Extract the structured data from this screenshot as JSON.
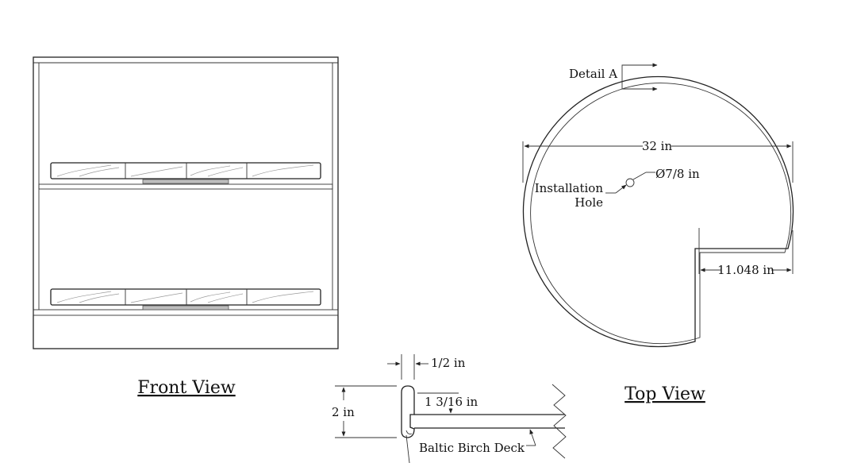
{
  "front_view": {
    "title": "Front View"
  },
  "top_view": {
    "title": "Top View",
    "detail_label": "Detail A",
    "diameter_label": "32 in",
    "hole_diameter_label": "Ø7/8 in",
    "hole_label_line1": "Installation",
    "hole_label_line2": "Hole",
    "cutout_width_label": "11.048 in"
  },
  "detail_section": {
    "thickness_label": "1/2 in",
    "lip_height_label": "1 3/16 in",
    "total_height_label": "2 in",
    "deck_label": "Baltic Birch Deck"
  }
}
